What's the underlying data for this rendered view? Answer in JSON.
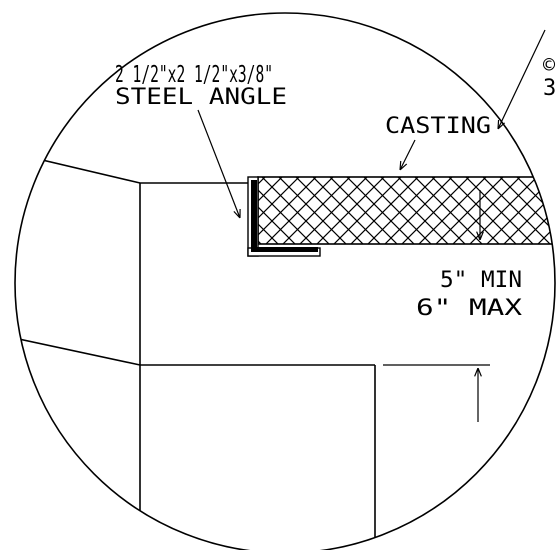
{
  "labels": {
    "angle_line1": "2 1/2\"x2 1/2\"x3/8\"",
    "angle_line2": "STEEL ANGLE",
    "casting": "CASTING",
    "dim_min": "5\" MIN",
    "dim_max": "6\" MAX",
    "cut_top": "©",
    "cut_bottom": "3"
  },
  "colors": {
    "line": "#000000",
    "background": "#ffffff"
  }
}
